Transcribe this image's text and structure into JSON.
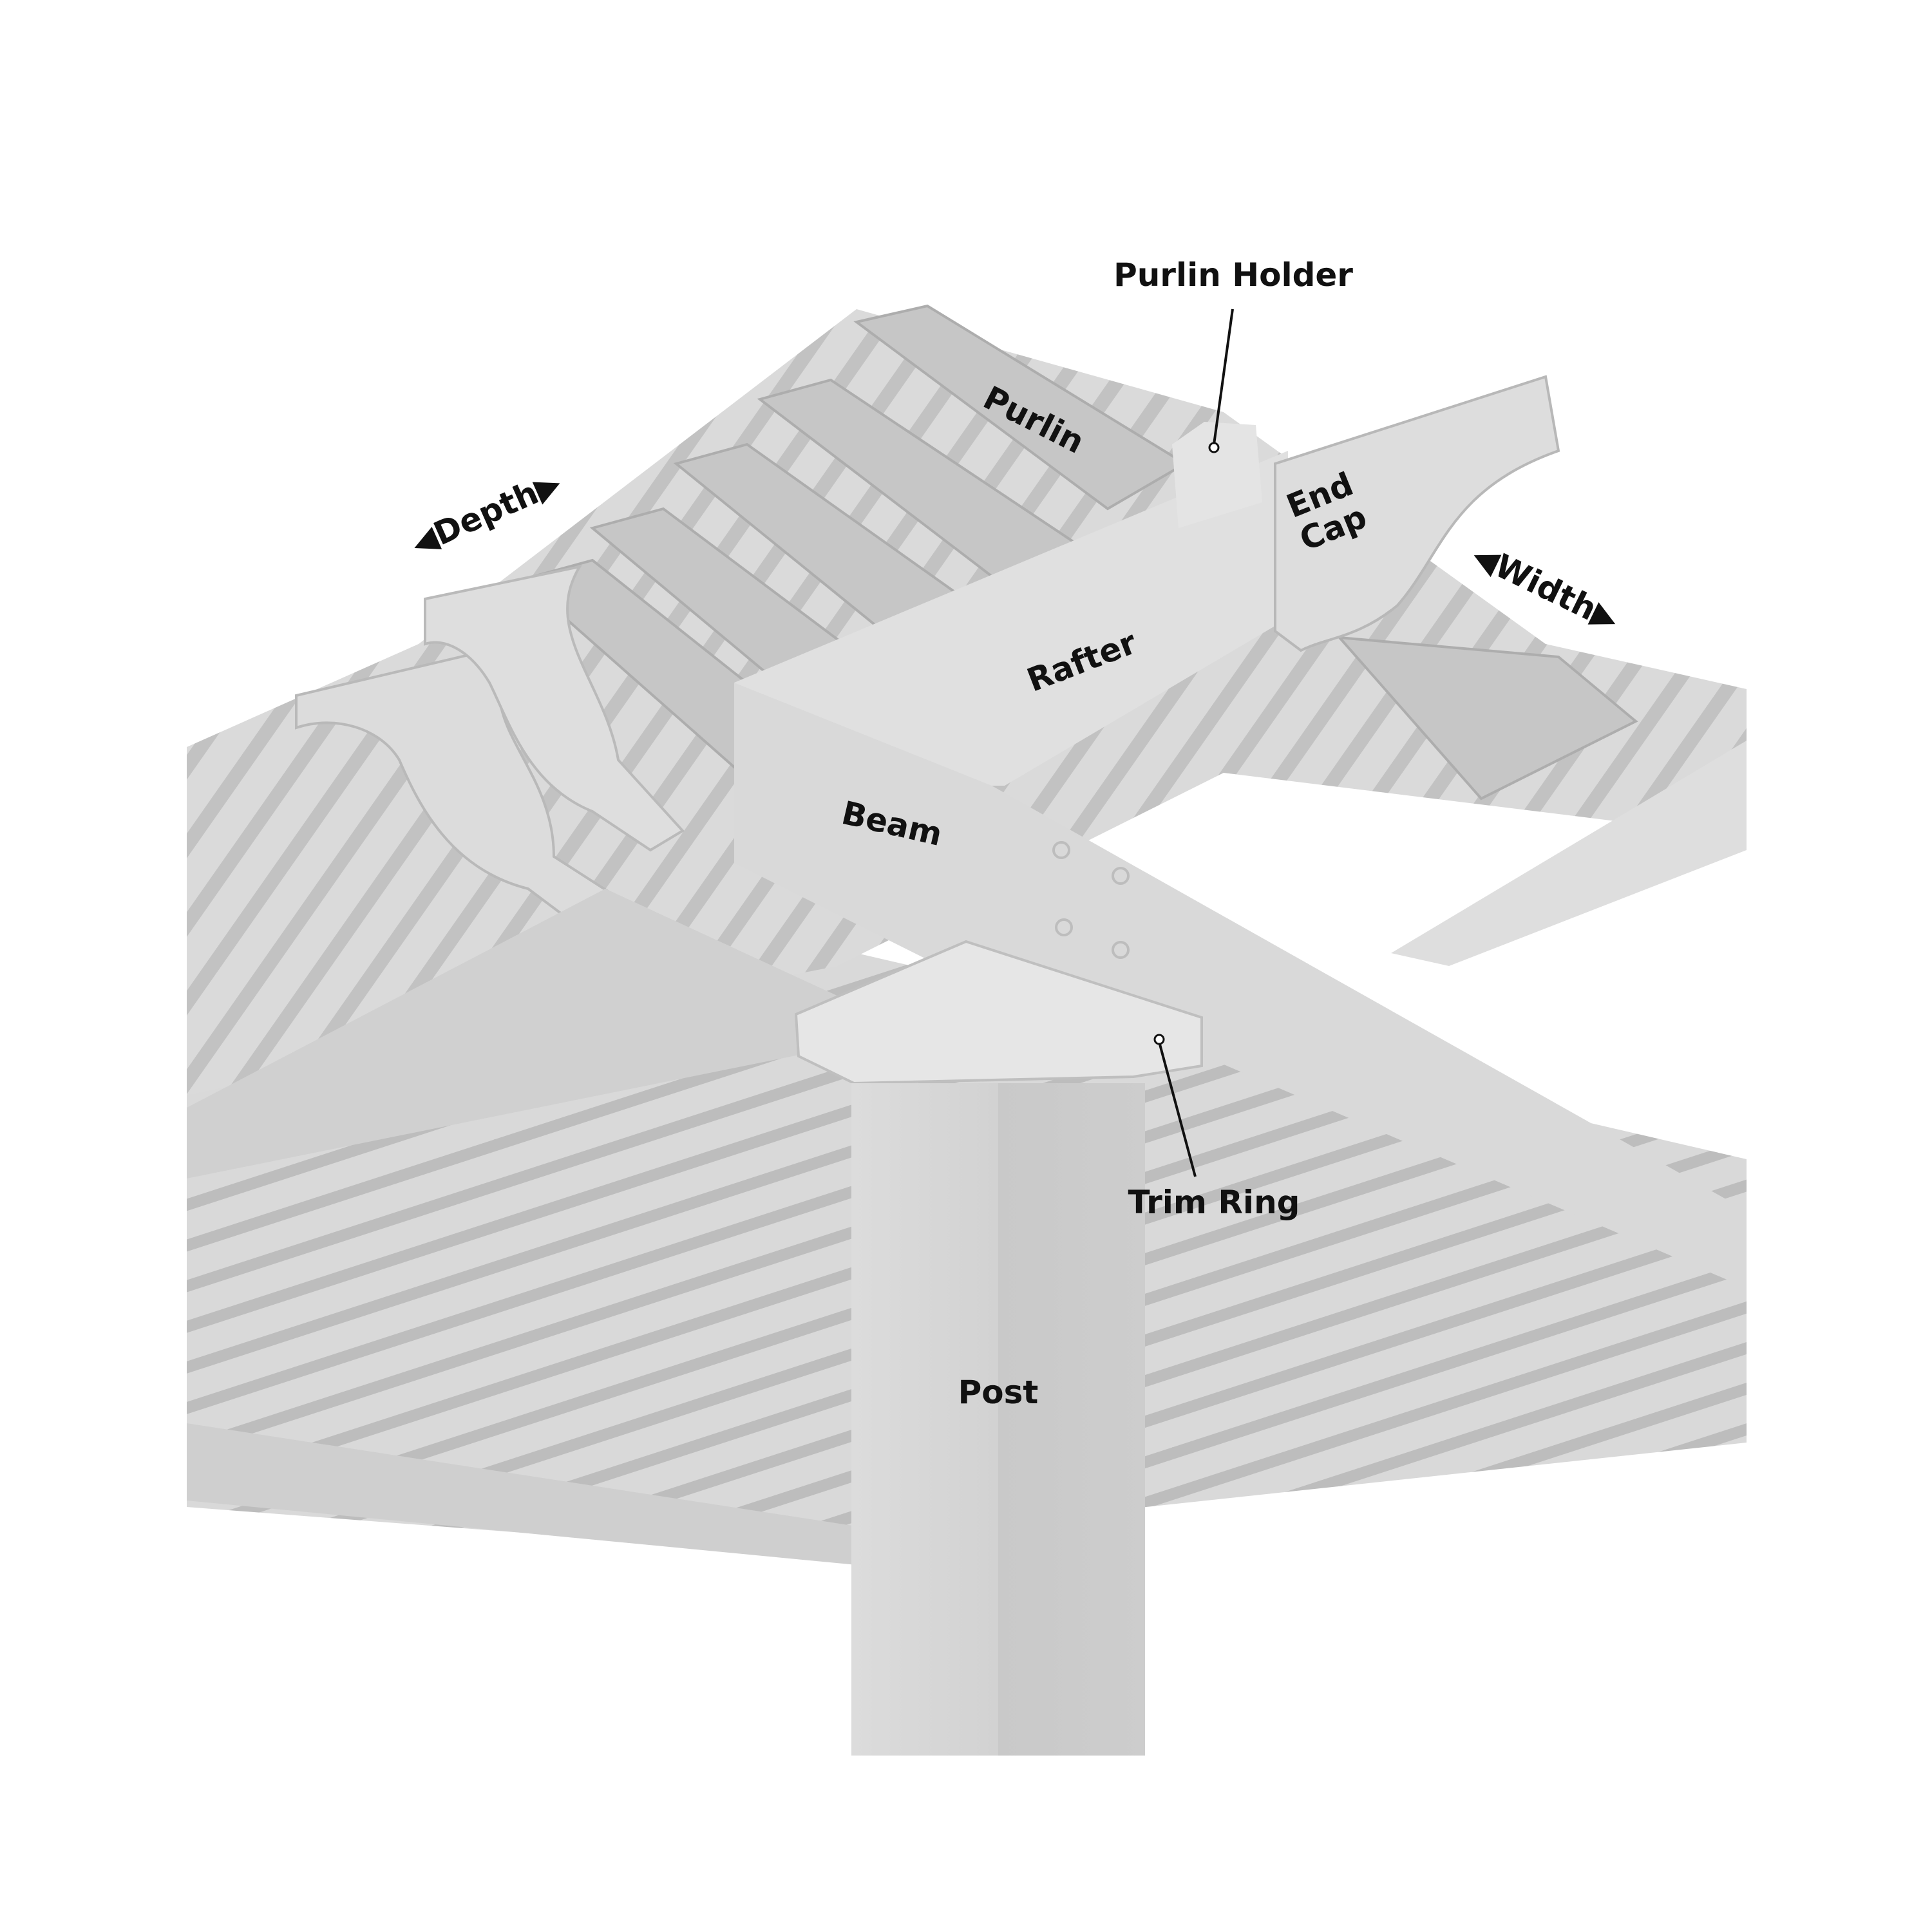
{
  "labels": {
    "purlin_holder": "Purlin Holder",
    "purlin": "Purlin",
    "end_cap_line1": "End",
    "end_cap_line2": "Cap",
    "depth": "Depth",
    "width": "Width",
    "rafter": "Rafter",
    "beam": "Beam",
    "trim_ring": "Trim Ring",
    "post": "Post"
  },
  "colors": {
    "structure_light": "#e2e2e2",
    "structure_mid": "#cfcfcf",
    "structure_dark": "#b5b5b5",
    "text": "#111111"
  }
}
